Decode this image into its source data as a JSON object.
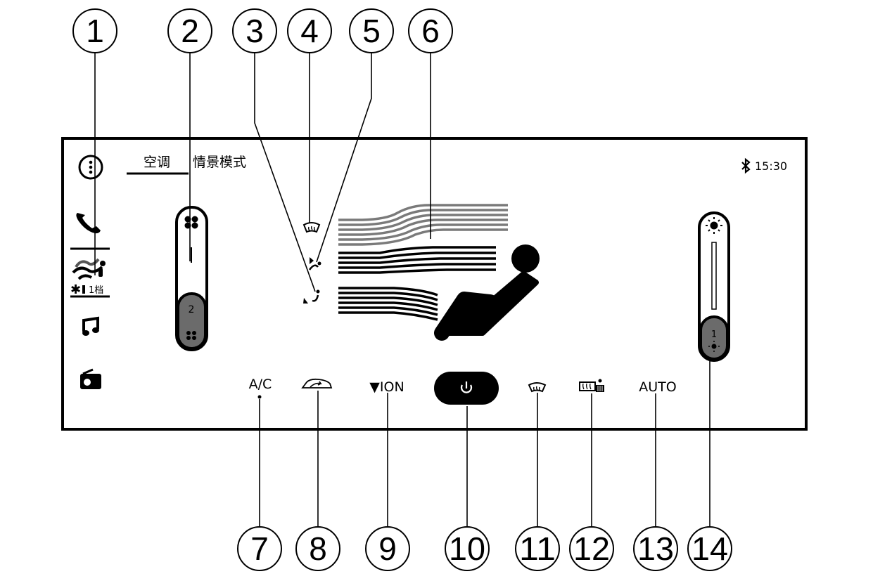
{
  "screen": {
    "tabs": [
      {
        "label": "空调"
      },
      {
        "label": "情景模式"
      }
    ],
    "status": {
      "time": "15:30"
    },
    "sidebar": {
      "icons": [
        "menu-dots-icon",
        "phone-icon",
        "climate-icon",
        "music-icon",
        "radio-icon"
      ],
      "climate_sub_label": "1档"
    },
    "fan_slider": {
      "level_label": "2",
      "level": 2
    },
    "temp_slider": {
      "level_label": "1",
      "level": 1
    },
    "buttons": {
      "ac": "A/C",
      "ion": "▼ION",
      "auto": "AUTO"
    }
  },
  "callouts": [
    "1",
    "2",
    "3",
    "4",
    "5",
    "6",
    "7",
    "8",
    "9",
    "10",
    "11",
    "12",
    "13",
    "14"
  ],
  "colors": {
    "frame": "#000000",
    "slider_fill": "#6b6b6b",
    "airflow_upper": "#7a7a7a",
    "airflow_lower": "#000000"
  }
}
